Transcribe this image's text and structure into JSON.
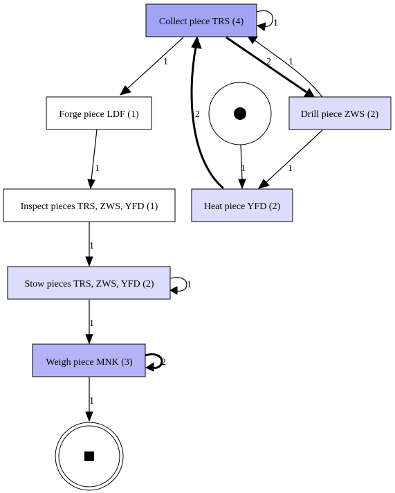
{
  "diagram": {
    "nodes": [
      {
        "id": "collect",
        "label": "Collect piece TRS (4)",
        "fill": "#a3a3f5"
      },
      {
        "id": "forge",
        "label": "Forge piece LDF (1)",
        "fill": "#ffffff"
      },
      {
        "id": "drill",
        "label": "Drill piece ZWS (2)",
        "fill": "#dcdcfb"
      },
      {
        "id": "heat",
        "label": "Heat piece YFD (2)",
        "fill": "#dcdcfb"
      },
      {
        "id": "inspect",
        "label": "Inspect pieces TRS, ZWS, YFD (1)",
        "fill": "#ffffff"
      },
      {
        "id": "stow",
        "label": "Stow pieces TRS, ZWS, YFD (2)",
        "fill": "#dcdcfb"
      },
      {
        "id": "weigh",
        "label": "Weigh piece MNK (3)",
        "fill": "#b3b3f7"
      }
    ],
    "start_icon": "filled-circle-icon",
    "end_icon": "filled-square-icon",
    "edges": [
      {
        "from": "collect",
        "to": "collect",
        "label": "1"
      },
      {
        "from": "collect",
        "to": "forge",
        "label": "1"
      },
      {
        "from": "collect",
        "to": "drill",
        "label": "2"
      },
      {
        "from": "drill",
        "to": "collect",
        "label": "1"
      },
      {
        "from": "heat",
        "to": "collect",
        "label": "2"
      },
      {
        "from": "start",
        "to": "heat",
        "label": "1"
      },
      {
        "from": "drill",
        "to": "heat",
        "label": "1"
      },
      {
        "from": "forge",
        "to": "inspect",
        "label": "1"
      },
      {
        "from": "inspect",
        "to": "stow",
        "label": "1"
      },
      {
        "from": "stow",
        "to": "stow",
        "label": "1"
      },
      {
        "from": "stow",
        "to": "weigh",
        "label": "1"
      },
      {
        "from": "weigh",
        "to": "weigh",
        "label": "2"
      },
      {
        "from": "weigh",
        "to": "end",
        "label": "1"
      }
    ]
  }
}
